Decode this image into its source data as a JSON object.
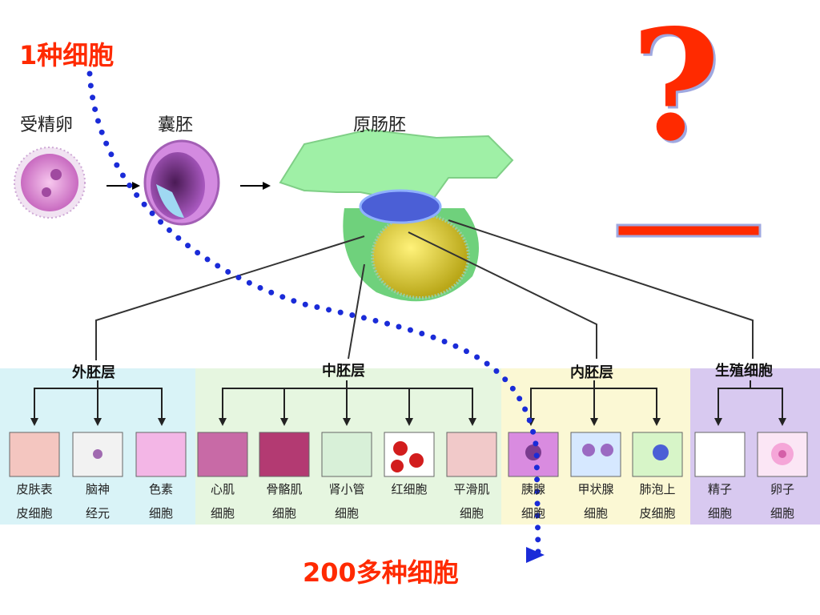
{
  "title_start": "1种细胞",
  "title_end": "200多种细胞",
  "question_mark": "?",
  "stages": {
    "zygote": "受精卵",
    "blastula": "囊胚",
    "gastrula": "原肠胚"
  },
  "layers": {
    "ectoderm": "外胚层",
    "mesoderm": "中胚层",
    "endoderm": "内胚层",
    "germ": "生殖细胞"
  },
  "cells": [
    {
      "line1": "皮肤表",
      "line2": "皮细胞"
    },
    {
      "line1": "脑神",
      "line2": "经元"
    },
    {
      "line1": "色素",
      "line2": "细胞"
    },
    {
      "line1": "心肌",
      "line2": "细胞"
    },
    {
      "line1": "骨骼肌",
      "line2": "细胞"
    },
    {
      "line1": "肾小管",
      "line2": "细胞"
    },
    {
      "line1": "红细胞",
      "line2": ""
    },
    {
      "line1": "平滑肌",
      "line2": "细胞"
    },
    {
      "line1": "胰腺",
      "line2": "细胞"
    },
    {
      "line1": "甲状腺",
      "line2": "细胞"
    },
    {
      "line1": "肺泡上",
      "line2": "皮细胞"
    },
    {
      "line1": "精子",
      "line2": "细胞"
    },
    {
      "line1": "卵子",
      "line2": "细胞"
    }
  ],
  "colors": {
    "accent": "#ff2a00",
    "dots": "#1a2bd8",
    "ectoderm_bg": "#d9f3f7",
    "mesoderm_bg": "#e6f6e0",
    "endoderm_bg": "#fbf8d4",
    "germ_bg": "#d8c9f0"
  }
}
